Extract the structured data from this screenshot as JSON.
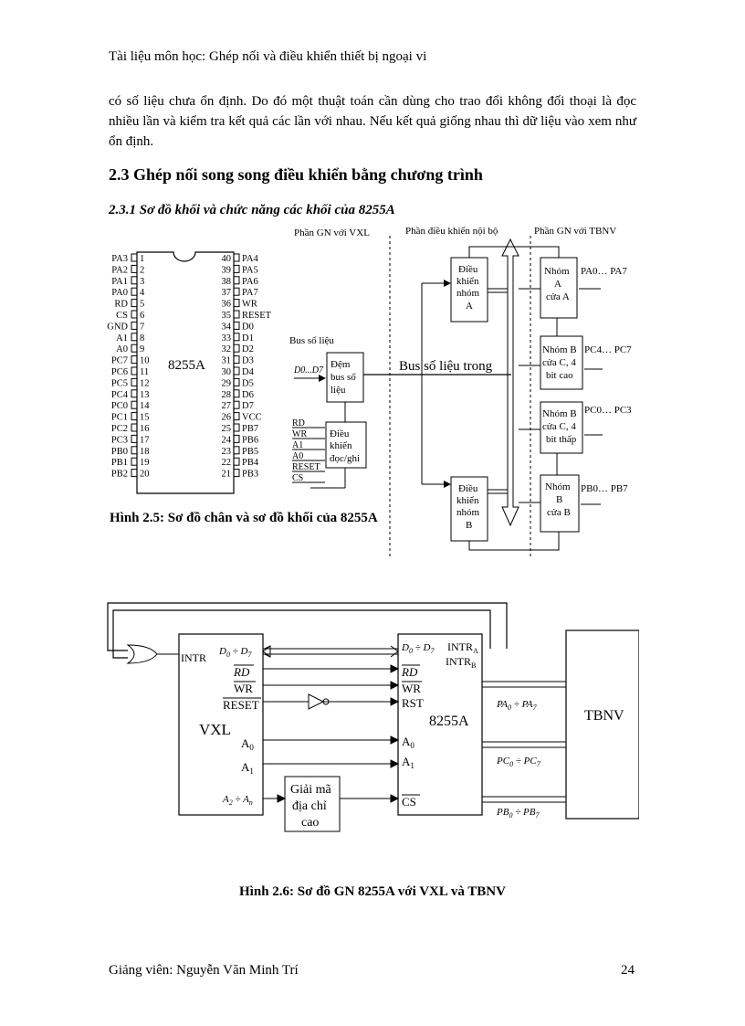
{
  "header": "Tài liệu môn học:  Ghép nối và điều khiển thiết bị ngoại vi",
  "paragraph": "có số liệu chưa ổn định. Do đó một thuật toán cần dùng cho trao đổi không đối thoại là đọc nhiều lần và kiểm tra kết quả các lần với nhau. Nếu kết quả giống nhau thì dữ liệu vào xem như ổn định.",
  "section_title": "2.3  Ghép nối song song điều khiển bằng chương trình",
  "subsection_title": "2.3.1 Sơ đồ khối và chức năng các khối của 8255A",
  "figure1": {
    "chip_label": "8255A",
    "left_pins": [
      {
        "num": "1",
        "name": "PA3"
      },
      {
        "num": "2",
        "name": "PA2"
      },
      {
        "num": "3",
        "name": "PA1"
      },
      {
        "num": "4",
        "name": "PA0"
      },
      {
        "num": "5",
        "name": "RD"
      },
      {
        "num": "6",
        "name": "CS"
      },
      {
        "num": "7",
        "name": "GND"
      },
      {
        "num": "8",
        "name": "A1"
      },
      {
        "num": "9",
        "name": "A0"
      },
      {
        "num": "10",
        "name": "PC7"
      },
      {
        "num": "11",
        "name": "PC6"
      },
      {
        "num": "12",
        "name": "PC5"
      },
      {
        "num": "13",
        "name": "PC4"
      },
      {
        "num": "14",
        "name": "PC0"
      },
      {
        "num": "15",
        "name": "PC1"
      },
      {
        "num": "16",
        "name": "PC2"
      },
      {
        "num": "17",
        "name": "PC3"
      },
      {
        "num": "18",
        "name": "PB0"
      },
      {
        "num": "19",
        "name": "PB1"
      },
      {
        "num": "20",
        "name": "PB2"
      }
    ],
    "right_pins": [
      {
        "num": "40",
        "name": "PA4"
      },
      {
        "num": "39",
        "name": "PA5"
      },
      {
        "num": "38",
        "name": "PA6"
      },
      {
        "num": "37",
        "name": "PA7"
      },
      {
        "num": "36",
        "name": "WR"
      },
      {
        "num": "35",
        "name": "RESET"
      },
      {
        "num": "34",
        "name": "D0"
      },
      {
        "num": "33",
        "name": "D1"
      },
      {
        "num": "32",
        "name": "D2"
      },
      {
        "num": "31",
        "name": "D3"
      },
      {
        "num": "30",
        "name": "D4"
      },
      {
        "num": "29",
        "name": "D5"
      },
      {
        "num": "28",
        "name": "D6"
      },
      {
        "num": "27",
        "name": "D7"
      },
      {
        "num": "26",
        "name": "VCC"
      },
      {
        "num": "25",
        "name": "PB7"
      },
      {
        "num": "24",
        "name": "PB6"
      },
      {
        "num": "23",
        "name": "PB5"
      },
      {
        "num": "22",
        "name": "PB4"
      },
      {
        "num": "21",
        "name": "PB3"
      }
    ],
    "zone_vxl": "Phần GN với VXL",
    "zone_internal": "Phần điều khiển nội bộ",
    "zone_tbnv": "Phần GN với TBNV",
    "bus_label": "Bus số liệu",
    "bus_d": "D0...D7",
    "buffer_label": "Đệm bus số liệu",
    "internal_bus": "Bus số liệu trong",
    "rw_ctrl": "Điều khiển đọc/ghi",
    "rw_inputs": [
      "RD",
      "WR",
      "A1",
      "A0",
      "RESET",
      "CS"
    ],
    "group_a_ctrl": "Điều khiển nhóm A",
    "group_b_ctrl": "Điều khiển nhóm B",
    "group_a_port": "Nhóm A cửa A",
    "group_b_hi": "Nhóm B cửa C, 4 bit cao",
    "group_b_lo": "Nhóm B cửa C, 4 bit thấp",
    "group_b_port": "Nhóm B cửa B",
    "pa_range": "PA0… PA7",
    "pc_hi_range": "PC4… PC7",
    "pc_lo_range": "PC0… PC3",
    "pb_range": "PB0… PB7",
    "caption": "Hình 2.5: Sơ đồ chân và sơ đồ khối của 8255A"
  },
  "figure2": {
    "vxl": "VXL",
    "chip": "8255A",
    "tbnv": "TBNV",
    "decoder": "Giải mã địa chỉ cao",
    "cpu_pins": [
      "INTR",
      "D0 ÷ D7",
      "RD",
      "WR",
      "RESET",
      "A0",
      "A1",
      "A2 ÷ An"
    ],
    "ppi_pins": [
      "D0 ÷ D7",
      "INTRA",
      "INTRB",
      "RD",
      "WR",
      "RST",
      "A0",
      "A1",
      "CS"
    ],
    "ports": [
      "PA0 ÷ PA7",
      "PC0 ÷ PC7",
      "PB0 ÷ PB7"
    ],
    "caption": "Hình 2.6: Sơ đồ GN 8255A với VXL và TBNV"
  },
  "footer_left": "Giảng viên: Nguyễn Văn Minh Trí",
  "footer_right": "24"
}
